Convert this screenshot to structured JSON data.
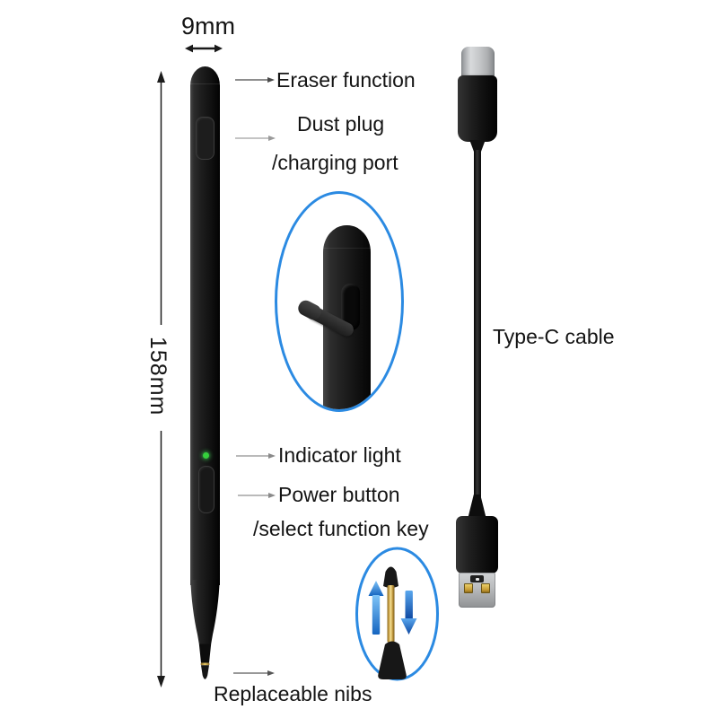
{
  "dimensions": {
    "width": "9mm",
    "length": "158mm"
  },
  "callouts": {
    "eraser": "Eraser function",
    "dust_plug": [
      "Dust plug",
      "/charging port"
    ],
    "indicator": "Indicator light",
    "power": [
      "Power button",
      "/select function key"
    ],
    "nibs": "Replaceable nibs",
    "cable": "Type-C cable"
  },
  "colors": {
    "accent_blue": "#2b8ae2",
    "arrow_blue_light": "#7ec3f7",
    "arrow_blue_dark": "#0d47a1",
    "led_green": "#35d13c",
    "nib_gold": "#d9b256",
    "pen_black": "#1a1a1a",
    "metal_silver": "#c0c2c4",
    "text_dark": "#141414"
  },
  "icons": {
    "width_arrow": "horizontal-double-arrow",
    "length_arrow": "vertical-double-arrow",
    "callout_arrow": "right-arrow",
    "swap_up": "up-arrow",
    "swap_down": "down-arrow"
  }
}
